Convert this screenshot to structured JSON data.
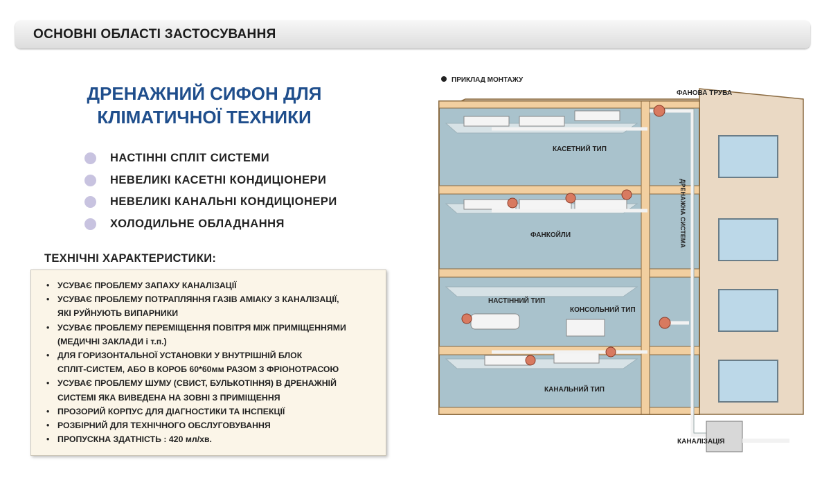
{
  "header": {
    "title": "ОСНОВНІ ОБЛАСТІ ЗАСТОСУВАННЯ"
  },
  "main_title": {
    "line1": "ДРЕНАЖНИЙ СИФОН ДЛЯ",
    "line2": "КЛІМАТИЧНОЇ ТЕХНИКИ"
  },
  "applications": [
    "НАСТІННІ СПЛІТ СИСТЕМИ",
    "НЕВЕЛИКІ КАСЕТНІ КОНДИЦІОНЕРИ",
    "НЕВЕЛИКІ КАНАЛЬНІ КОНДИЦІОНЕРИ",
    "ХОЛОДИЛЬНЕ ОБЛАДНАННЯ"
  ],
  "specs": {
    "heading": "ТЕХНІЧНІ ХАРАКТЕРИСТИКИ:",
    "items": [
      "УСУВАЄ ПРОБЛЕМУ ЗАПАХУ КАНАЛІЗАЦІЇ",
      "УСУВАЄ ПРОБЛЕМУ ПОТРАПЛЯННЯ ГАЗІВ АМІАКУ З КАНАЛІЗАЦІЇ,\nЯКІ РУЙНУЮТЬ ВИПАРНИКИ",
      "УСУВАЄ ПРОБЛЕМУ ПЕРЕМІЩЕННЯ ПОВІТРЯ МІЖ ПРИМІЩЕННЯМИ\n(МЕДИЧНІ ЗАКЛАДИ і т.п.)",
      "ДЛЯ ГОРИЗОНТАЛЬНОЇ УСТАНОВКИ У ВНУТРІШНІЙ БЛОК\nСПЛІТ-СИСТЕМ, АБО В КОРОБ 60*60мм РАЗОМ З ФРІОНОТРАСОЮ",
      "УСУВАЄ ПРОБЛЕМУ ШУМУ (СВИСТ, БУЛЬКОТІННЯ) В ДРЕНАЖНІЙ\nСИСТЕМІ ЯКА ВИВЕДЕНА НА ЗОВНІ З ПРИМІЩЕННЯ",
      "ПРОЗОРИЙ КОРПУС ДЛЯ ДІАГНОСТИКИ ТА ІНСПЕКЦІЇ",
      "РОЗБІРНИЙ ДЛЯ ТЕХНІЧНОГО ОБСЛУГОВУВАННЯ",
      "ПРОПУСКНА ЗДАТНІСТЬ : 420 мл/хв."
    ]
  },
  "diagram": {
    "legend": "ПРИКЛАД МОНТАЖУ",
    "labels": {
      "riser": "ФАНОВА ТРУБА",
      "cassette": "КАСЕТНИЙ ТИП",
      "fancoil": "ФАНКОЙЛИ",
      "wall": "НАСТІННИЙ ТИП",
      "console": "КОНСОЛЬНИЙ ТИП",
      "duct": "КАНАЛЬНИЙ ТИП",
      "sewer": "КАНАЛІЗАЦІЯ"
    },
    "drainage_vertical": "ДРЕНАЖНА СИСТЕМА",
    "colors": {
      "interior": "#a9c2cc",
      "ceiling": "#d7e2e6",
      "beam": "#f2cfa0",
      "outline": "#8a6a40",
      "facade": "#ead9c4",
      "window": "#bcd8e8",
      "trap": "#d87a60",
      "pipe": "#f2f2f2"
    }
  }
}
